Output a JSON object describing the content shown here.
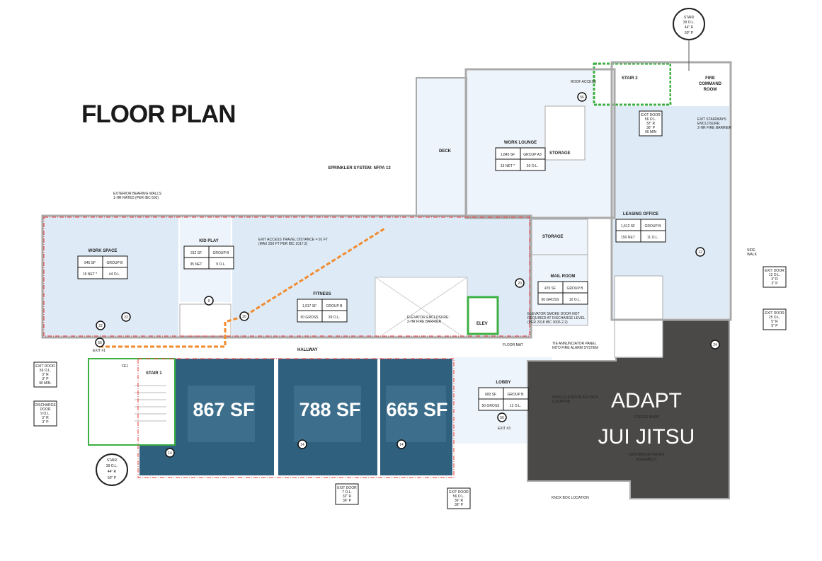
{
  "title": "FLOOR PLAN",
  "sprinkler": "SPRINKLER SYSTEM: NFPA 13",
  "rooms": {
    "work_space": {
      "name": "WORK SPACE",
      "sf": "945 SF",
      "group": "GROUP B",
      "net": "15 NET *",
      "ol": "44 O.L."
    },
    "kid_play": {
      "name": "KID PLAY",
      "sf": "312 SF",
      "group": "GROUP B",
      "net": "35 NET",
      "ol": "9 O.L."
    },
    "fitness": {
      "name": "FITNESS",
      "sf": "1,917 SF",
      "group": "GROUP B",
      "net": "50 GROSS",
      "ol": "39 O.L."
    },
    "work_lounge": {
      "name": "WORK LOUNGE",
      "sf": "1,845 SF",
      "group": "GROUP A3",
      "net": "15 NET *",
      "ol": "50 O.L."
    },
    "leasing_office": {
      "name": "LEASING OFFICE",
      "sf": "1,612 SF",
      "group": "GROUP B",
      "net": "150 NET",
      "ol": "11 O.L."
    },
    "mail_room": {
      "name": "MAIL ROOM",
      "sf": "470 SF",
      "group": "GROUP B",
      "net": "50 GROSS",
      "ol": "10 O.L."
    },
    "lobby": {
      "name": "LOBBY",
      "sf": "600 SF",
      "group": "GROUP B",
      "net": "50 GROSS",
      "ol": "12 O.L."
    }
  },
  "labels": {
    "deck": "DECK",
    "storage1": "STORAGE",
    "storage2": "STORAGE",
    "stair2": "STAIR 2",
    "fire_command": [
      "FIRE",
      "COMMAND",
      "ROOM"
    ],
    "stair1": "STAIR 1",
    "hallway": "HALLWAY",
    "elev": "ELEV",
    "exit1": "EXIT #1",
    "exit3": "EXIT #3",
    "roof_access": "ROOF ACCESS",
    "coffee_shop": "COFFEE SHOP",
    "unconcentrated": [
      "(UNCONCENTRATED",
      "ASSEMBLY)"
    ],
    "side_walk": [
      "SIDE",
      "WALK"
    ],
    "fe": "FE1"
  },
  "notes": {
    "bearing_walls": [
      "EXTERIOR BEARING WALLS:",
      "1-HR RATED (PER IBC 602)"
    ],
    "travel": [
      "EXIT ACCESS TRAVEL DISTANCE = 91 FT",
      "(MAX 250 FT PER IBC 1017.2)"
    ],
    "elev_enclosure": [
      "ELEVATOR ENCLOSURE:",
      "2-HR FIRE BARRIER"
    ],
    "elev_smoke": [
      "ELEVATOR SMOKE DOOR NOT",
      "REQUIRED AT DISCHARGE LEVEL",
      "(PER 2018 IBC 3006.2.2)"
    ],
    "floor_mat": "FLOOR MAT",
    "annunciator": [
      "TIE ANNUNCIATOR PANEL",
      "INTO FIRE ALARM SYSTEM"
    ],
    "knox_elev": [
      "KNOX ELEVATOR KEY BOX",
      "LOCATION"
    ],
    "knox_box": "KNOX BOX LOCATION",
    "exit_stairways": [
      "EXIT STAIRWAYS",
      "ENCLOSURE:",
      "2-HR FIRE BARRIER"
    ]
  },
  "exit_doors": {
    "top": [
      "EXIT DOOR",
      "56 O.L.",
      "32\" R",
      "36\" P",
      "90 MIN"
    ],
    "right1": [
      "EXIT DOOR",
      "12 O.L.",
      "3\" R",
      "3\" P"
    ],
    "right2": [
      "EXIT DOOR",
      "25 O.L.",
      "5\" R",
      "5\" P"
    ],
    "left1": [
      "EXIT DOOR",
      "56 O.L.",
      "3\" R",
      "3\" P",
      "90 MIN."
    ],
    "left2": [
      "DISCHARGE",
      "DOOR",
      "9 O.L.",
      "3\" R",
      "3\" P"
    ],
    "bottom_mid": [
      "EXIT DOOR",
      "7 O.L.",
      "32\" R",
      "36\" P"
    ],
    "bottom_lobby": [
      "EXIT DOOR",
      "56 O.L.",
      "36\" R",
      "36\" P"
    ]
  },
  "stairs": {
    "top": [
      "STAIR",
      "39 O.L.",
      "44\" R",
      "50\" P"
    ],
    "bottom": [
      "STAIR",
      "39 O.L.",
      "44\" R",
      "50\" P"
    ]
  },
  "counts": {
    "c56a": "56",
    "c9": "9",
    "c20a": "20",
    "c22a": "22",
    "c22b": "22",
    "c56b": "56",
    "c20b": "20",
    "c12": "12",
    "c24": "24",
    "c56c": "56",
    "c14a": "14",
    "c14b": "14",
    "c14c": "14"
  },
  "tenants": [
    {
      "area": "867 SF"
    },
    {
      "area": "788 SF"
    },
    {
      "area": "665 SF"
    }
  ],
  "adapt": {
    "line1": "ADAPT",
    "line2": "JUI JITSU"
  },
  "colors": {
    "tenant": "#2f607d",
    "adapt": "#4a4948",
    "room": "#deebf7",
    "room_light": "#eef4fb",
    "rated": "#3cb043",
    "travel": "#f28a2e"
  }
}
